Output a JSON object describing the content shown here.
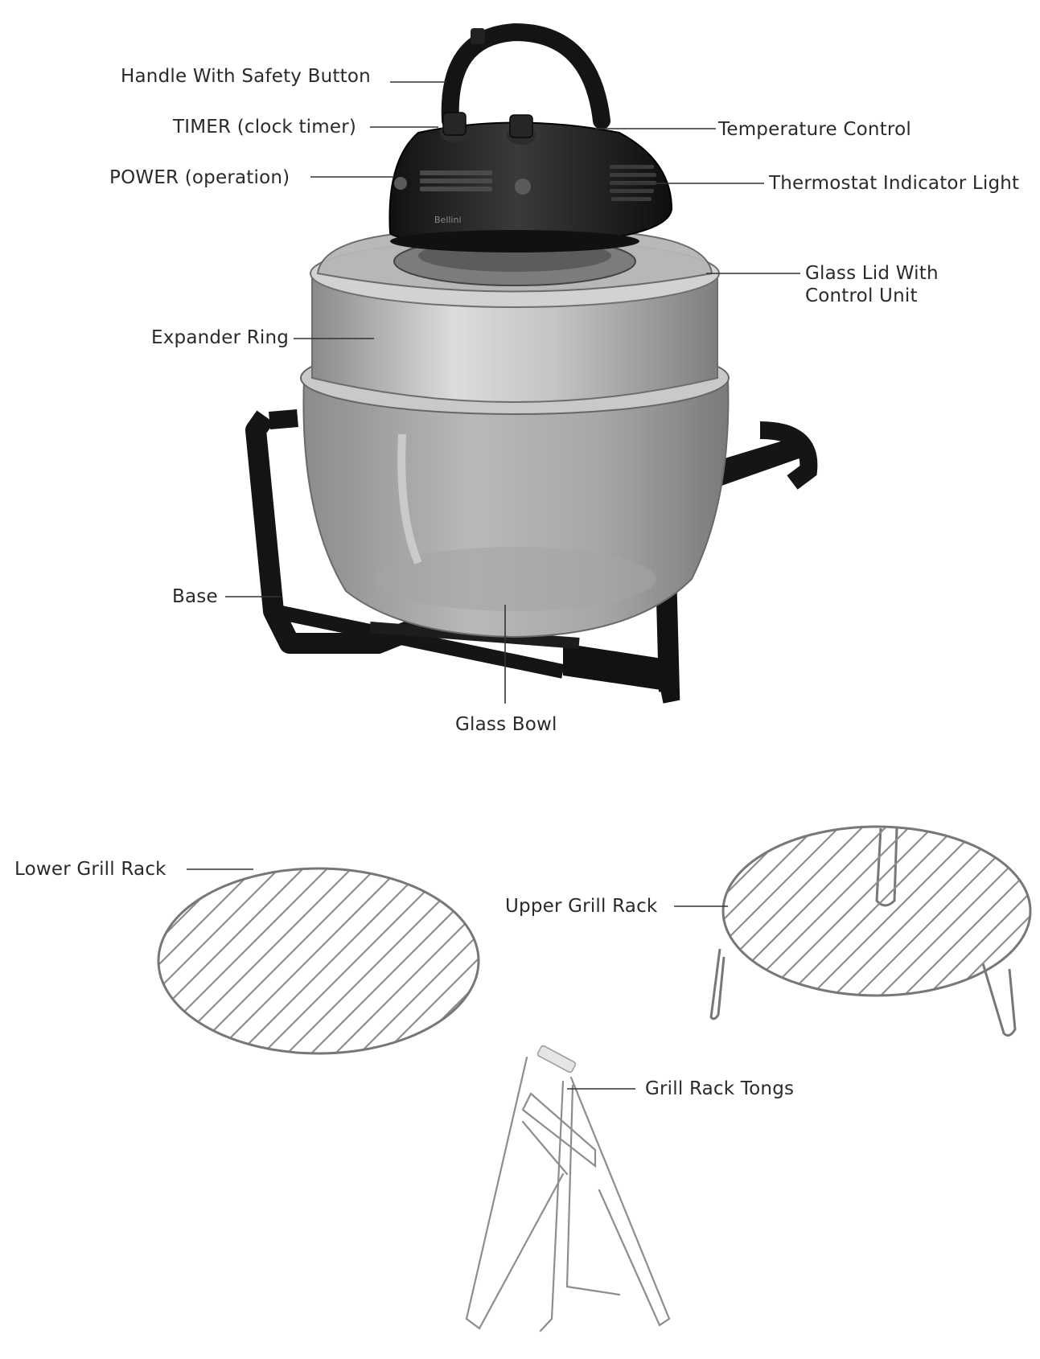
{
  "labels": {
    "handle": "Handle With Safety Button",
    "timer": "TIMER (clock timer)",
    "power": "POWER (operation)",
    "temperature": "Temperature Control",
    "thermostat": "Thermostat Indicator Light",
    "glass_lid": "Glass Lid With Control Unit",
    "expander": "Expander Ring",
    "base": "Base",
    "glass_bowl": "Glass Bowl",
    "lower_rack": "Lower Grill Rack",
    "upper_rack": "Upper Grill Rack",
    "tongs": "Grill Rack Tongs"
  },
  "brand": "Bellini",
  "colors": {
    "appliance_dark": "#1c1c1c",
    "bowl_glass": "#9a9a9a",
    "ring_metal": "#b8b8b8",
    "rack_wire": "#8d8d8d",
    "leader_line": "#333333"
  }
}
